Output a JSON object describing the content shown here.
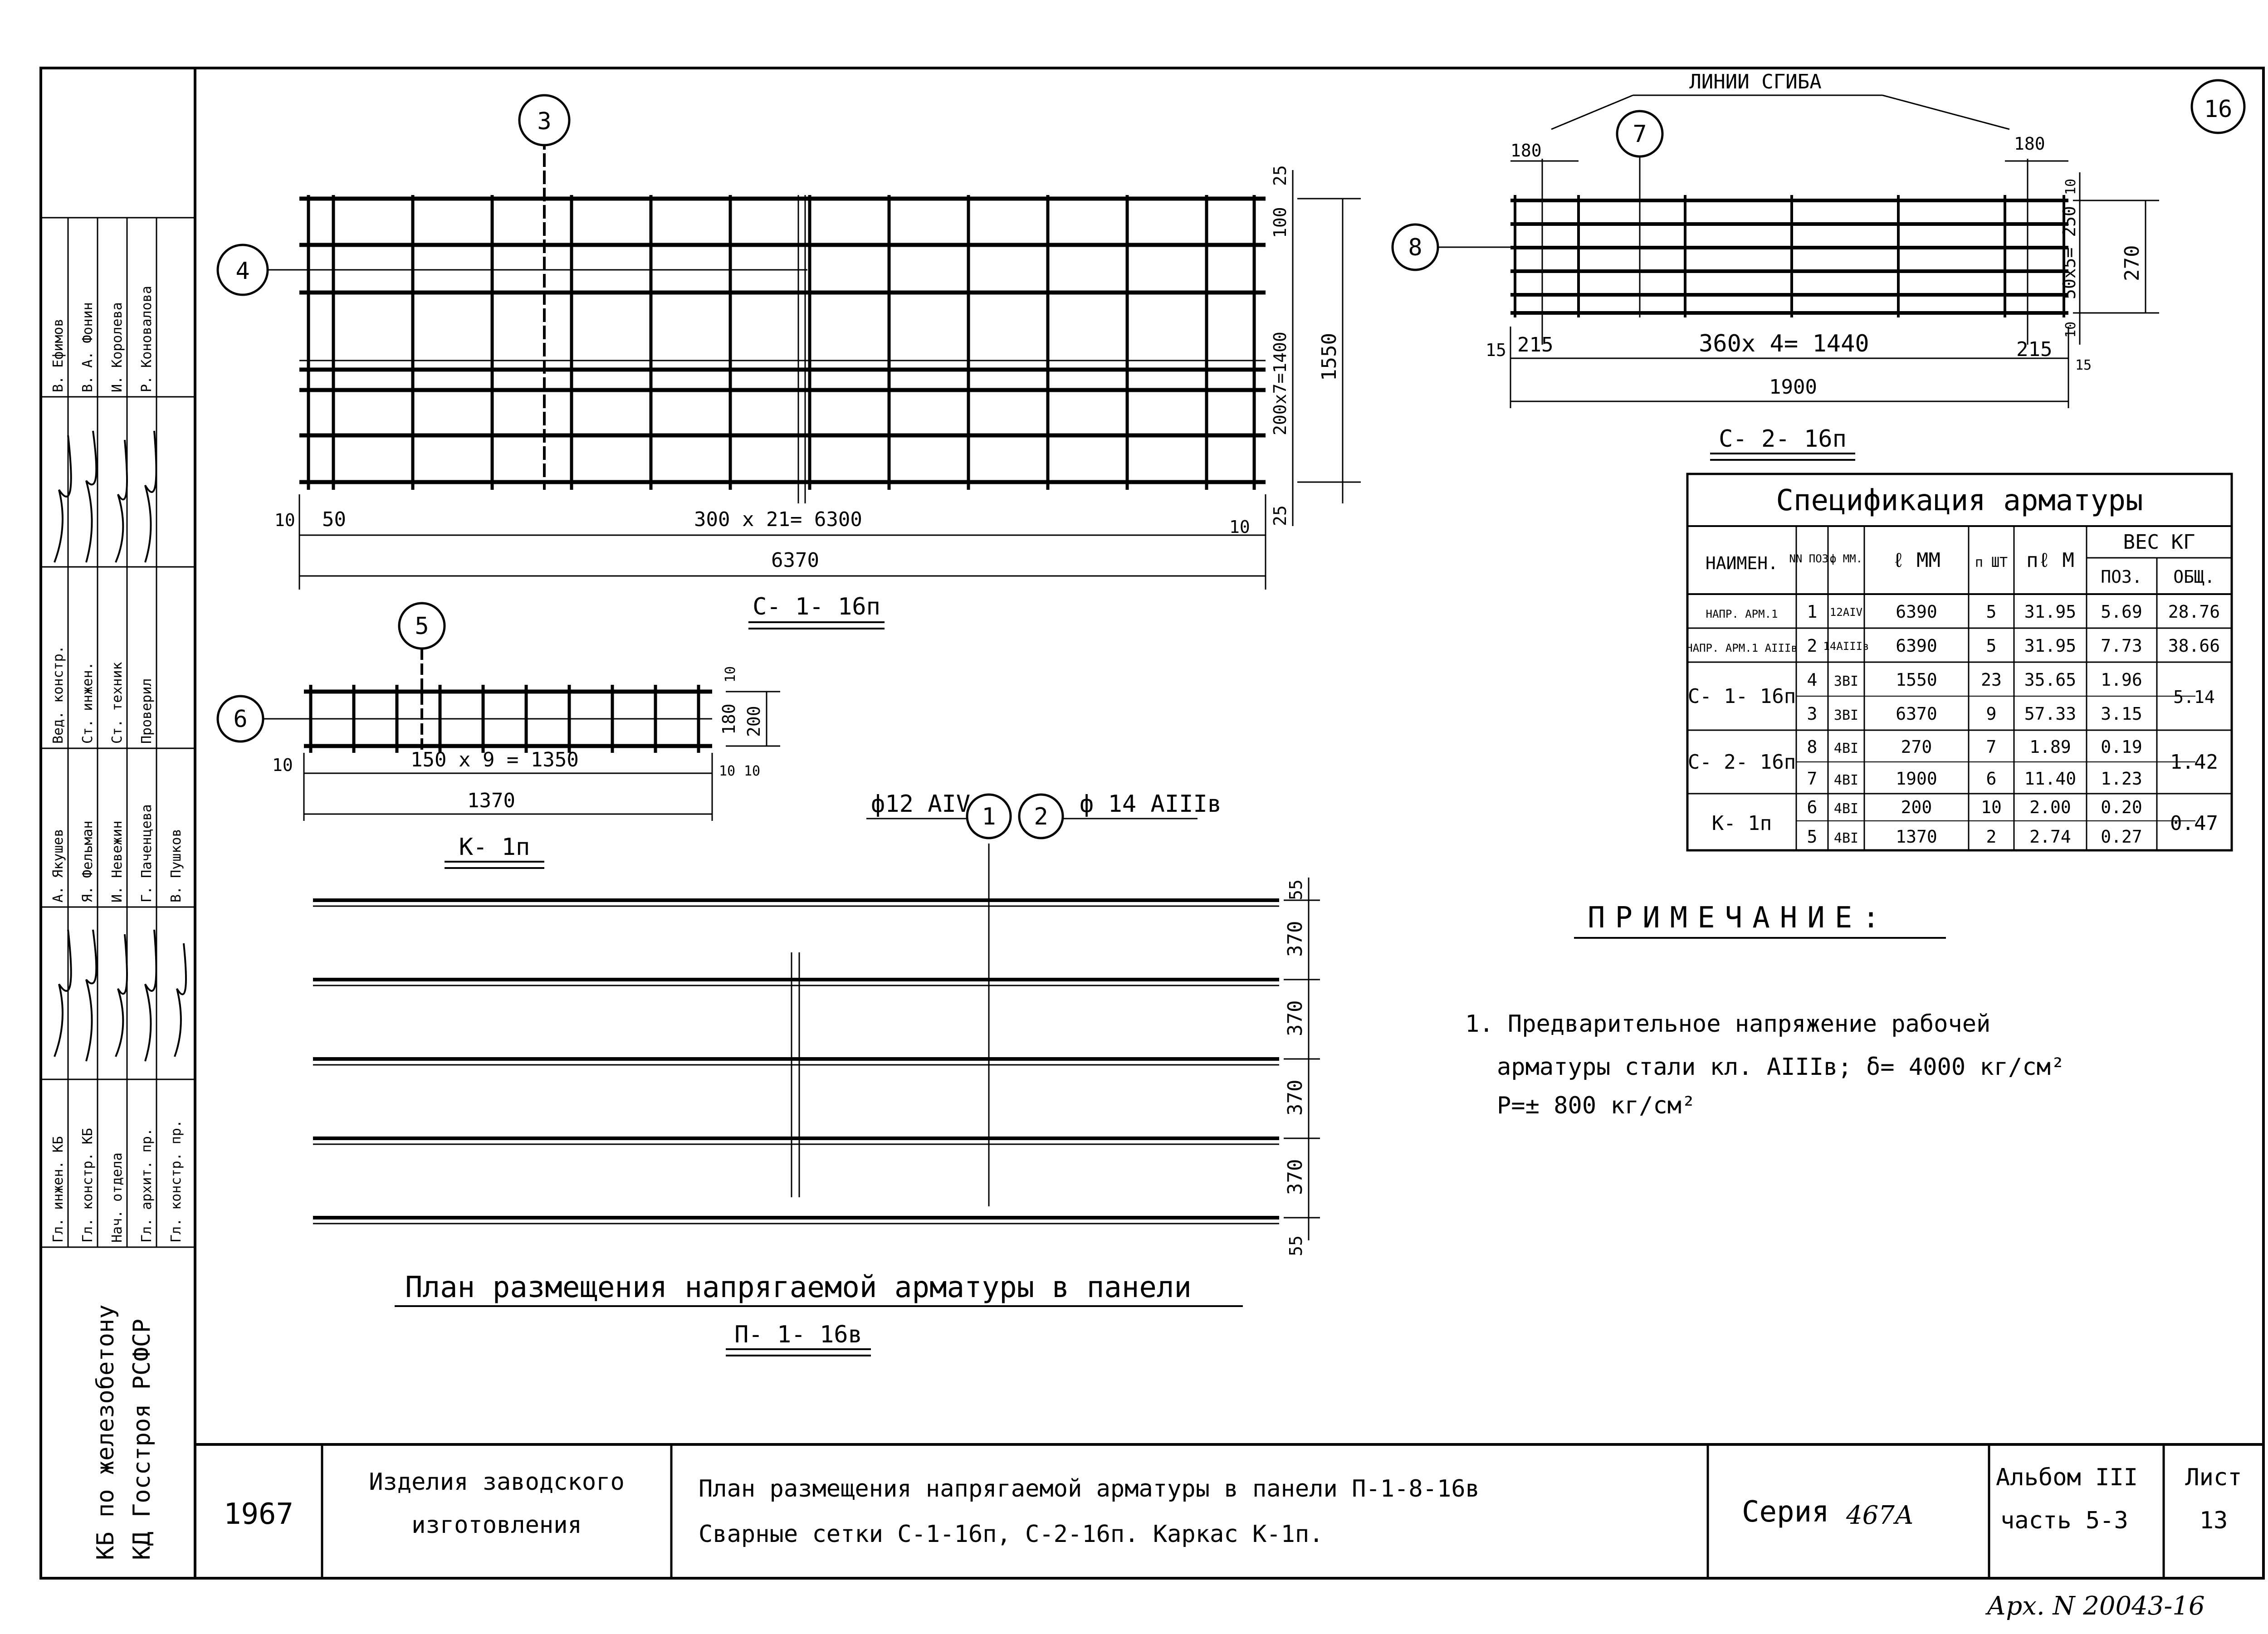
{
  "sheet_number_circle": "16",
  "drawing_c1": {
    "callout_3": "3",
    "callout_4": "4",
    "dims_right": [
      "25",
      "100",
      "200х7=1400",
      "25"
    ],
    "dim_total_height": "1550",
    "dim_left_10": "10",
    "dim_left_50": "50",
    "dim_spacing": "300 х 21= 6300",
    "dim_right_10": "10",
    "dim_total_length": "6370",
    "title": "С- 1- 16п"
  },
  "drawing_c2": {
    "lines_label": "ЛИНИИ СГИБА",
    "callout_7": "7",
    "callout_8": "8",
    "dim_180_left": "180",
    "dim_180_right": "180",
    "dims_right": [
      "10",
      "50х5= 250",
      "10"
    ],
    "dim_270": "270",
    "dim_15": "15",
    "dim_215_left": "215",
    "dim_spacing": "360х 4= 1440",
    "dim_215_right": "215",
    "dim_15_right": "15",
    "dim_total": "1900",
    "title": "С- 2- 16п"
  },
  "drawing_k1": {
    "callout_5": "5",
    "callout_6": "6",
    "dims_right": [
      "10",
      "180",
      "200",
      "10",
      "10"
    ],
    "dim_left_10": "10",
    "dim_spacing": "150 х 9 = 1350",
    "dim_total": "1370",
    "title": "К- 1п"
  },
  "plan": {
    "label_left": "ф12 АIV",
    "callout_1": "1",
    "callout_2": "2",
    "label_right": "ф 14 АIIIв",
    "dims_right": [
      "55",
      "370",
      "370",
      "370",
      "370",
      "55"
    ],
    "title": "План размещения напрягаемой арматуры в панели",
    "subtitle": "П- 1- 16в"
  },
  "spec_table": {
    "title": "Спецификация арматуры",
    "headers": {
      "name": "НАИМЕН.",
      "pos": "NN ПОЗ.",
      "dia": "ф ММ.",
      "len": "ℓ ММ",
      "count": "п ШТ",
      "total_len": "пℓ М",
      "weight": "ВЕС КГ",
      "weight_pos": "ПОЗ.",
      "weight_total": "ОБЩ."
    },
    "rows": [
      {
        "name": "НАПР. АРМ.1",
        "pos": "1",
        "dia": "12АIV",
        "len": "6390",
        "count": "5",
        "total_len": "31.95",
        "w_pos": "5.69",
        "w_total": "28.76"
      },
      {
        "name": "НАПР. АРМ.1 АIIIв",
        "pos": "2",
        "dia": "14АIIIв",
        "len": "6390",
        "count": "5",
        "total_len": "31.95",
        "w_pos": "7.73",
        "w_total": "38.66"
      },
      {
        "name": "С- 1- 16п",
        "pos": "4",
        "dia": "3ВI",
        "len": "1550",
        "count": "23",
        "total_len": "35.65",
        "w_pos": "1.96",
        "w_total": "5.14"
      },
      {
        "name": "",
        "pos": "3",
        "dia": "3ВI",
        "len": "6370",
        "count": "9",
        "total_len": "57.33",
        "w_pos": "3.15",
        "w_total": ""
      },
      {
        "name": "С- 2- 16п",
        "pos": "8",
        "dia": "4ВI",
        "len": "270",
        "count": "7",
        "total_len": "1.89",
        "w_pos": "0.19",
        "w_total": "1.42"
      },
      {
        "name": "",
        "pos": "7",
        "dia": "4ВI",
        "len": "1900",
        "count": "6",
        "total_len": "11.40",
        "w_pos": "1.23",
        "w_total": ""
      },
      {
        "name": "К- 1п",
        "pos": "6",
        "dia": "4ВI",
        "len": "200",
        "count": "10",
        "total_len": "2.00",
        "w_pos": "0.20",
        "w_total": "0.47"
      },
      {
        "name": "",
        "pos": "5",
        "dia": "4ВI",
        "len": "1370",
        "count": "2",
        "total_len": "2.74",
        "w_pos": "0.27",
        "w_total": ""
      }
    ]
  },
  "note": {
    "title": "ПРИМЕЧАНИЕ:",
    "line1": "1. Предварительное напряжение рабочей",
    "line2": "арматуры стали кл. АIIIв; δ= 4000 кг/см²",
    "line3": "Р=± 800 кг/см²"
  },
  "side_stamp": {
    "org_line1": "КБ по железобетону",
    "org_line2": "КД Госстроя РСФСР",
    "roles_a": [
      "Гл. инжен. КБ",
      "Гл. констр. КБ",
      "Нач. отдела",
      "Гл. архит. пр.",
      "Гл. констр. пр."
    ],
    "names_a": [
      "А. Якушев",
      "Я. Фельман",
      "И. Невежин",
      "Г. Паченцева",
      "В. Пушков"
    ],
    "roles_b": [
      "Вед. констр.",
      "Ст. инжен.",
      "Ст. техник",
      "Проверил"
    ],
    "names_b": [
      "В. Ефимов",
      "В. А. Фонин",
      "И. Королева",
      "Р. Коновалова"
    ]
  },
  "title_block": {
    "year": "1967",
    "category_line1": "Изделия заводского",
    "category_line2": "изготовления",
    "desc_line1": "План размещения напрягаемой арматуры в панели П-1-8-16в",
    "desc_line2": "Сварные сетки С-1-16п, С-2-16п. Каркас К-1п.",
    "series_label": "Серия",
    "series_value": "467А",
    "album_line1": "Альбом III",
    "album_line2": "часть 5-3",
    "sheet_label": "Лист",
    "sheet_value": "13"
  },
  "archive_note": "Арх. N 20043-16"
}
